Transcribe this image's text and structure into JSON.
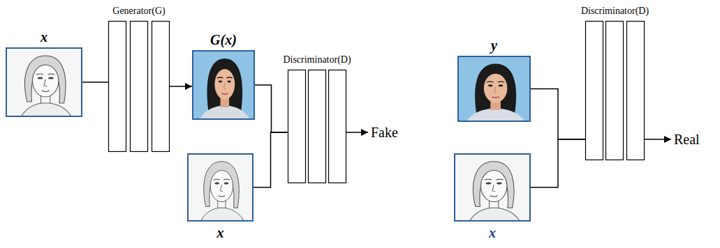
{
  "diagram": {
    "nodes": [
      {
        "text": [
          "x"
        ]
      },
      {
        "text": [
          "Generator(G)"
        ]
      },
      {
        "text": [
          "G(x)"
        ]
      },
      {
        "text": [
          "x"
        ]
      },
      {
        "text": [
          "Discriminator(D)"
        ]
      },
      {
        "text": [
          "y"
        ]
      },
      {
        "text": [
          "x"
        ]
      },
      {
        "text": [
          "Discriminator(D)"
        ]
      }
    ],
    "edges": [
      {
        "from": 0,
        "to": 1,
        "arrow": "none"
      },
      {
        "from": 1,
        "to": 2,
        "arrow": "to"
      },
      {
        "from": 2,
        "to": 4,
        "arrow": "none"
      },
      {
        "from": 3,
        "to": 4,
        "arrow": "none"
      },
      {
        "from": 5,
        "to": 7,
        "arrow": "none"
      },
      {
        "from": 6,
        "to": 7,
        "arrow": "none"
      }
    ],
    "labels": [
      "Fake",
      "Real"
    ]
  }
}
